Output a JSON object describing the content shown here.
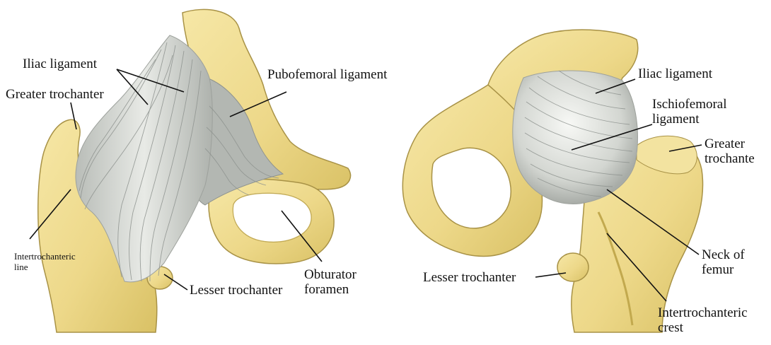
{
  "colors": {
    "bone": "#EFDC8E",
    "bone_shade": "#D2BB5C",
    "bone_edge": "#A89246",
    "ligament": "#CFD2CE",
    "ligament_strand": "#8E938F",
    "ligament_light": "#F2F3F0",
    "leader_line": "#111111"
  },
  "figure_left": {
    "labels": {
      "iliac_ligament": "Iliac ligament",
      "greater_trochanter": "Greater trochanter",
      "pubofemoral_ligament": "Pubofemoral ligament",
      "intertrochanteric_line": [
        "Intertrochanteric",
        "line"
      ],
      "lesser_trochanter": "Lesser trochanter",
      "obturator_foramen": [
        "Obturator",
        "foramen"
      ]
    }
  },
  "figure_right": {
    "labels": {
      "iliac_ligament": "Iliac ligament",
      "ischiofemoral_ligament": [
        "Ischiofemoral",
        "ligament"
      ],
      "greater_trochanter": [
        "Greater",
        "trochante"
      ],
      "neck_of_femur": [
        "Neck of",
        "femur"
      ],
      "lesser_trochanter": "Lesser trochanter",
      "intertrochanteric_crest": [
        "Intertrochanteric",
        "crest"
      ]
    }
  }
}
